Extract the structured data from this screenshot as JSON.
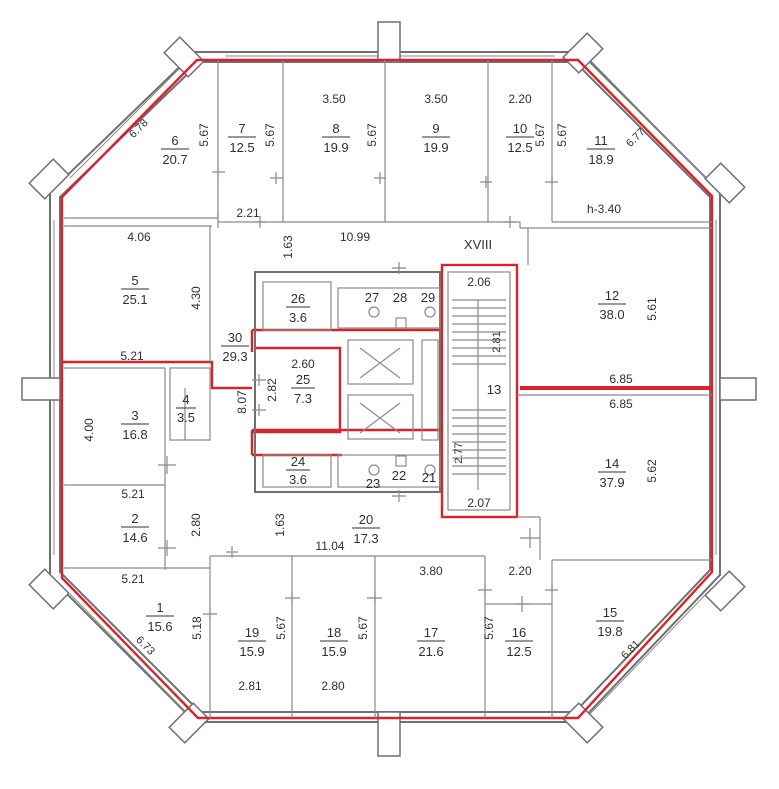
{
  "rooms": [
    {
      "id": "r1",
      "num": "1",
      "area": "15.6"
    },
    {
      "id": "r2",
      "num": "2",
      "area": "14.6"
    },
    {
      "id": "r3",
      "num": "3",
      "area": "16.8"
    },
    {
      "id": "r4",
      "num": "4",
      "area": "3.5"
    },
    {
      "id": "r5",
      "num": "5",
      "area": "25.1"
    },
    {
      "id": "r6",
      "num": "6",
      "area": "20.7"
    },
    {
      "id": "r7",
      "num": "7",
      "area": "12.5"
    },
    {
      "id": "r8",
      "num": "8",
      "area": "19.9"
    },
    {
      "id": "r9",
      "num": "9",
      "area": "19.9"
    },
    {
      "id": "r10",
      "num": "10",
      "area": "12.5"
    },
    {
      "id": "r11",
      "num": "11",
      "area": "18.9"
    },
    {
      "id": "r12",
      "num": "12",
      "area": "38.0"
    },
    {
      "id": "r14",
      "num": "14",
      "area": "37.9"
    },
    {
      "id": "r15",
      "num": "15",
      "area": "19.8"
    },
    {
      "id": "r16",
      "num": "16",
      "area": "12.5"
    },
    {
      "id": "r17",
      "num": "17",
      "area": "21.6"
    },
    {
      "id": "r18",
      "num": "18",
      "area": "15.9"
    },
    {
      "id": "r19",
      "num": "19",
      "area": "15.9"
    },
    {
      "id": "r20",
      "num": "20",
      "area": "17.3"
    },
    {
      "id": "r24",
      "num": "24",
      "area": "3.6"
    },
    {
      "id": "r25",
      "num": "25",
      "area": "7.3"
    },
    {
      "id": "r26",
      "num": "26",
      "area": "3.6"
    },
    {
      "id": "r30",
      "num": "30",
      "area": "29.3"
    }
  ],
  "labels": {
    "r13": "13",
    "r21": "21",
    "r22": "22",
    "r23": "23",
    "r27": "27",
    "r28": "28",
    "r29": "29",
    "stair": "XVIII",
    "height": "h-3.40"
  },
  "dims": {
    "d_178": "6.78",
    "d_177": "6.77",
    "d_673": "6.73",
    "d_681": "6.81",
    "d_350a": "3.50",
    "d_350b": "3.50",
    "d_220a": "2.20",
    "d_220b": "2.20",
    "d_380": "3.80",
    "d_406": "4.06",
    "d_1099": "10.99",
    "d_1104": "11.04",
    "d_221": "2.21",
    "d_163a": "1.63",
    "d_163b": "1.63",
    "d_430": "4.30",
    "d_521a": "5.21",
    "d_521b": "5.21",
    "d_521c": "5.21",
    "d_400": "4.00",
    "d_280v": "2.80",
    "d_807": "8.07",
    "d_282": "2.82",
    "d_260": "2.60",
    "d_206": "2.06",
    "d_207": "2.07",
    "d_281s": "2.81",
    "d_277": "2.77",
    "d_685a": "6.85",
    "d_685b": "6.85",
    "d_561": "5.61",
    "d_562": "5.62",
    "d_518": "5.18",
    "d_567_7a": "5.67",
    "d_567_7b": "5.67",
    "d_567_8": "5.67",
    "d_567_10a": "5.67",
    "d_567_10b": "5.67",
    "d_567_19": "5.67",
    "d_567_18": "5.67",
    "d_567_16": "5.67",
    "d_281": "2.81",
    "d_280": "2.80"
  }
}
